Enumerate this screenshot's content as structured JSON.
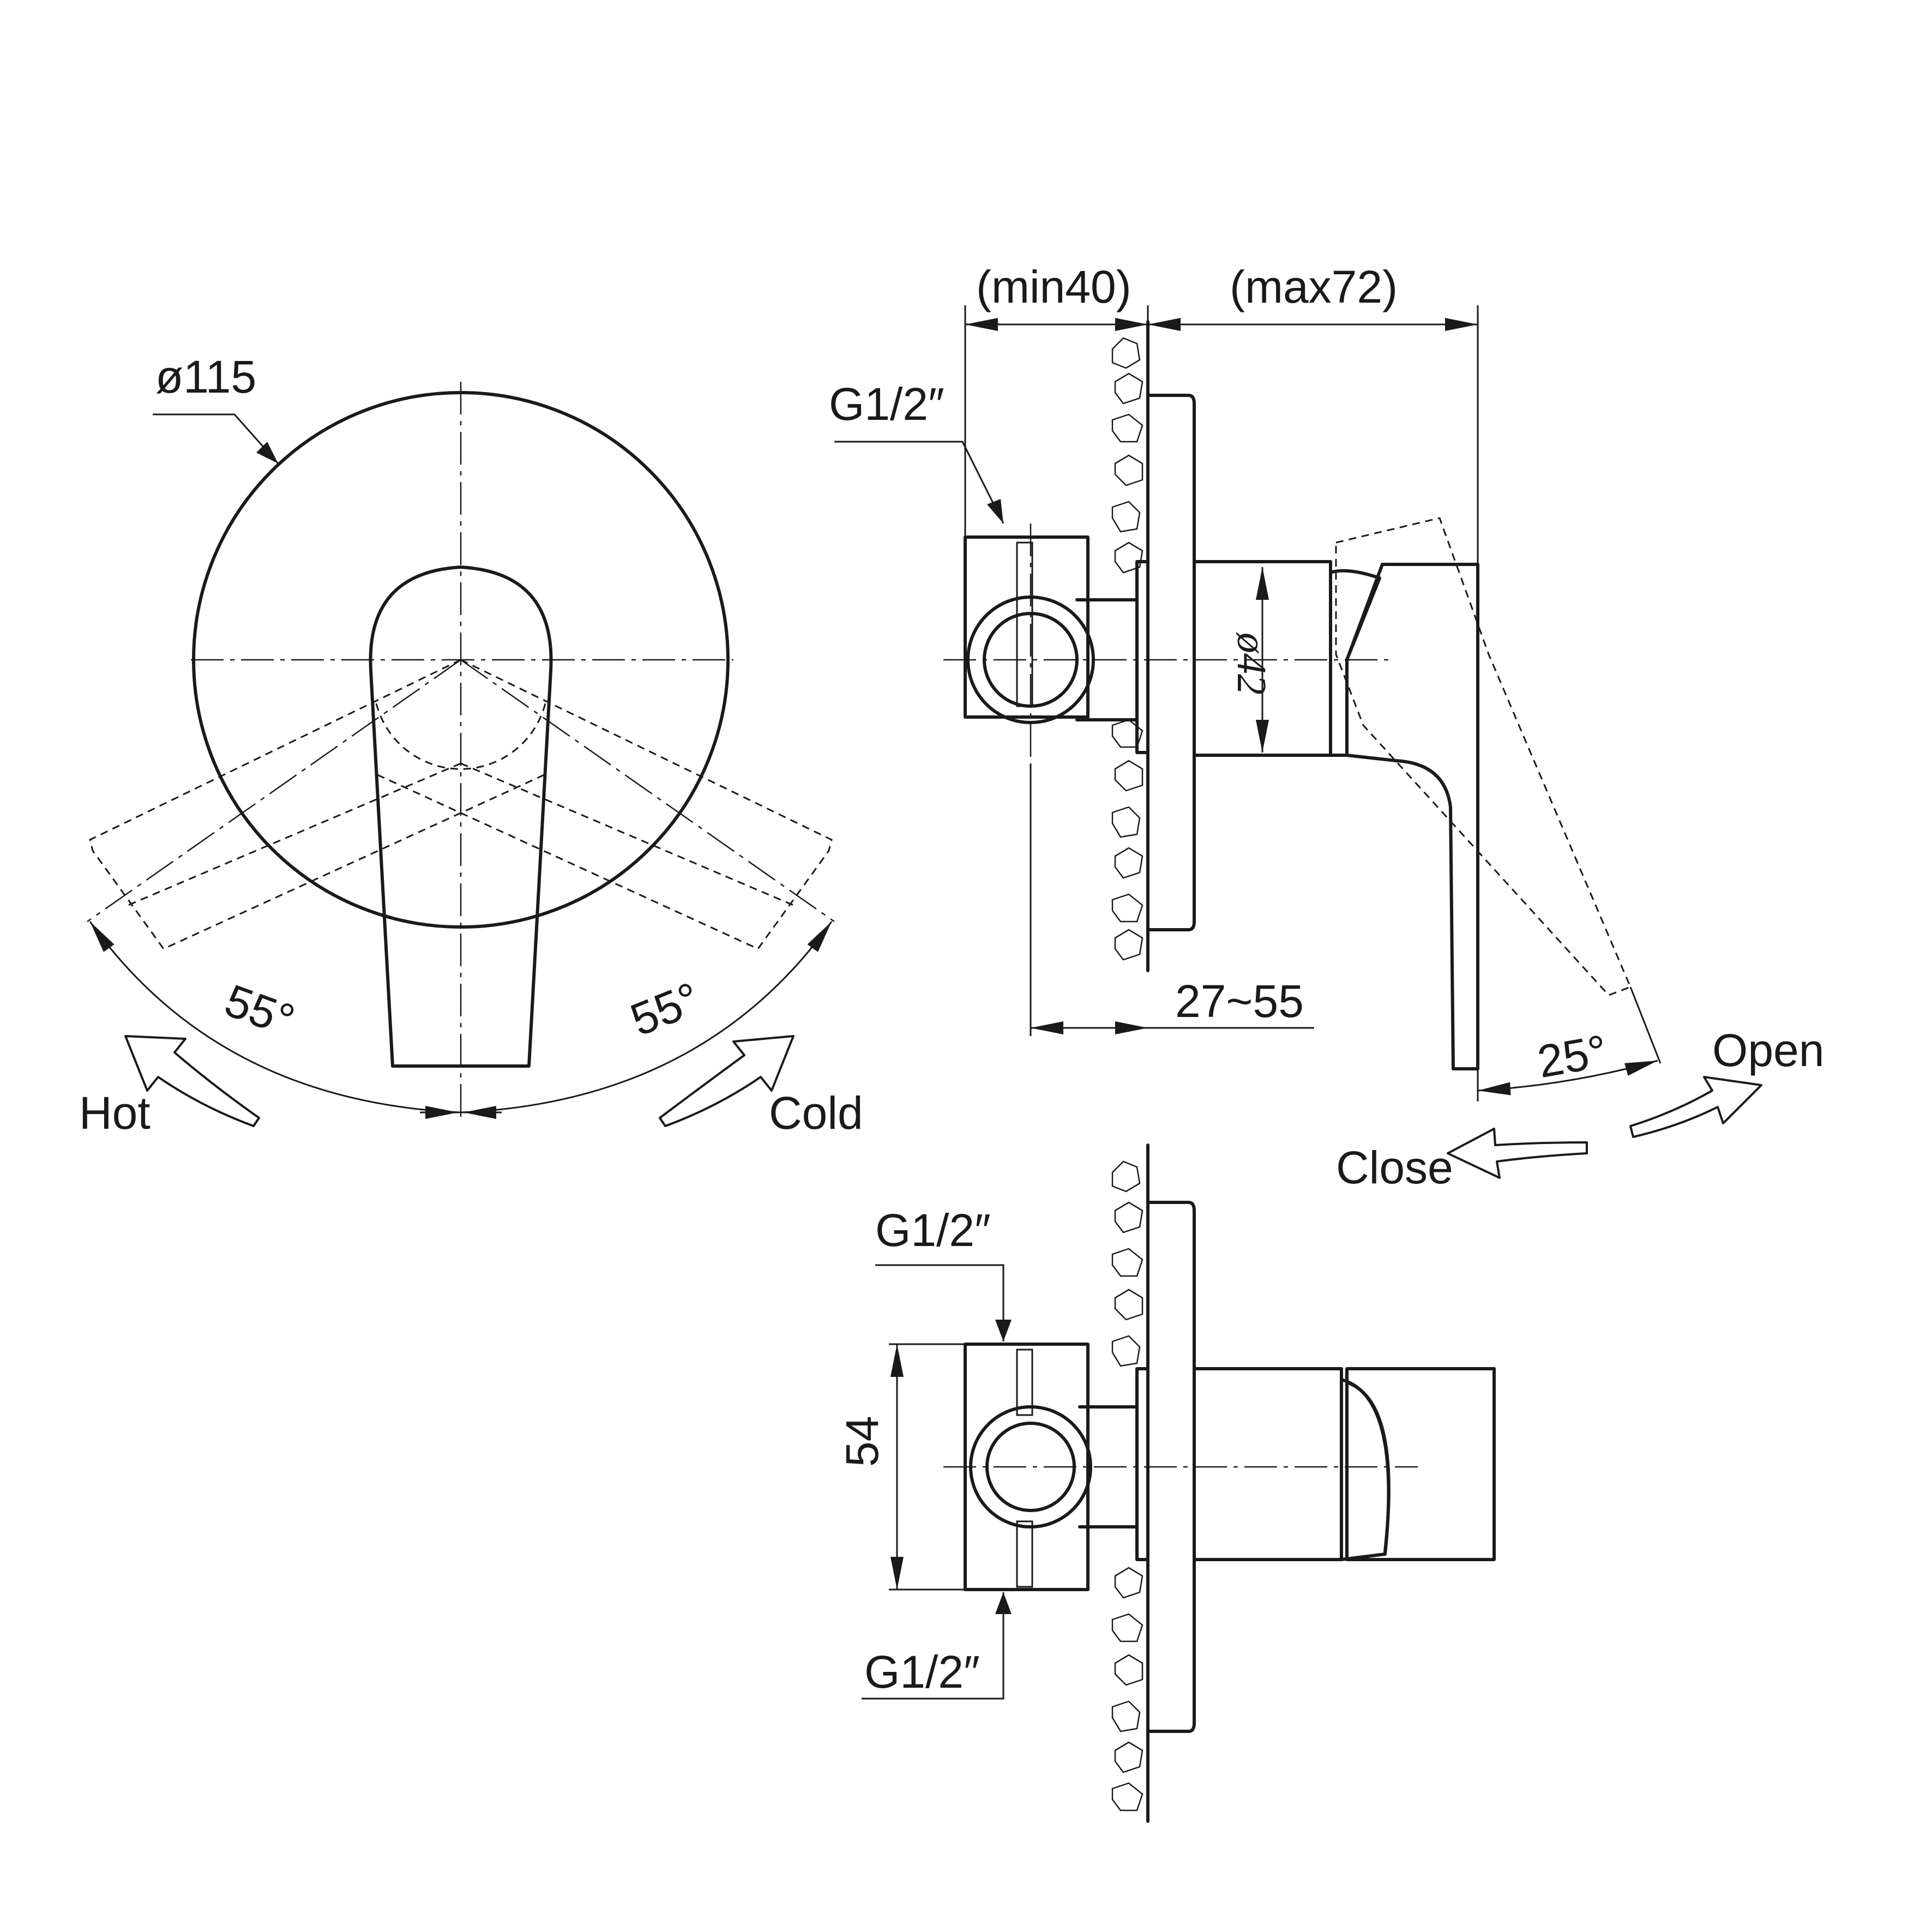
{
  "front_view": {
    "diameter_label": "ø115",
    "left_angle_label": "55°",
    "right_angle_label": "55°",
    "hot_label": "Hot",
    "cold_label": "Cold"
  },
  "side_view": {
    "min_label": "(min40)",
    "max_label": "(max72)",
    "thread_label": "G1/2″",
    "body_diameter_label": "ø42",
    "range_label": "27~55",
    "tilt_angle_label": "25°",
    "open_label": "Open",
    "close_label": "Close"
  },
  "top_view": {
    "upper_thread_label": "G1/2″",
    "lower_thread_label": "G1/2″",
    "height_label": "54"
  }
}
